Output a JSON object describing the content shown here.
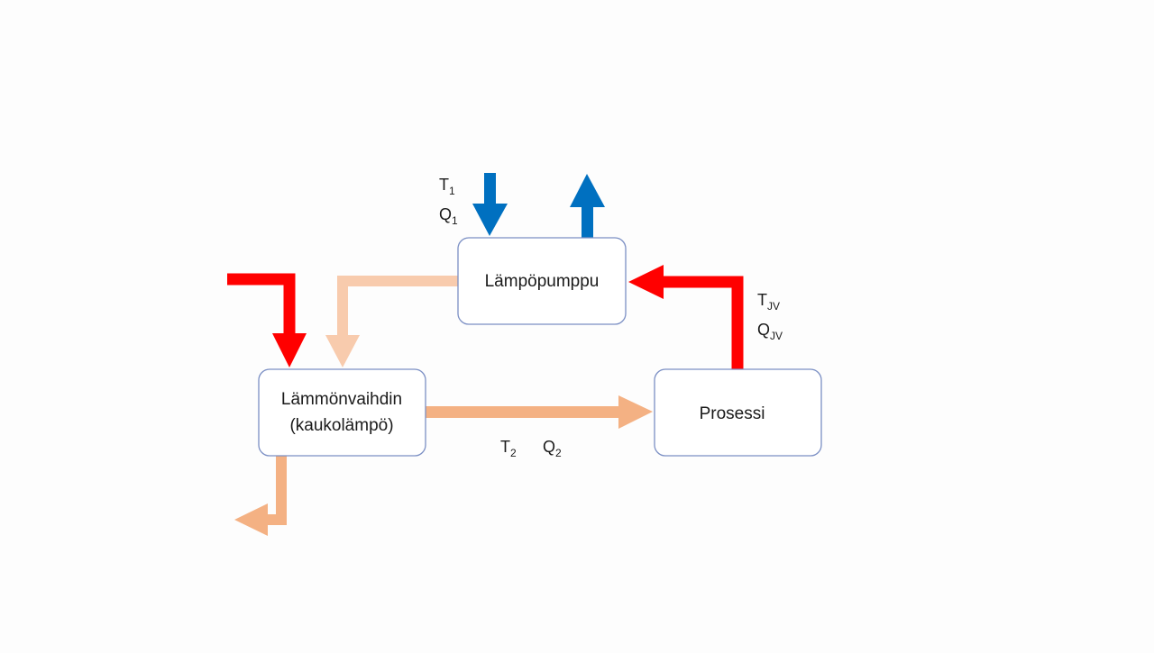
{
  "nodes": {
    "heat_pump": {
      "label": "Lämpöpumppu"
    },
    "heat_exchanger": {
      "line1": "Lämmönvaihdin",
      "line2": "(kaukolämpö)"
    },
    "process": {
      "label": "Prosessi"
    }
  },
  "variables": {
    "t1": {
      "symbol": "T",
      "sub": "1"
    },
    "q1": {
      "symbol": "Q",
      "sub": "1"
    },
    "tjv": {
      "symbol": "T",
      "sub": "JV"
    },
    "qjv": {
      "symbol": "Q",
      "sub": "JV"
    },
    "t2": {
      "symbol": "T",
      "sub": "2"
    },
    "q2": {
      "symbol": "Q",
      "sub": "2"
    }
  },
  "colors": {
    "hot": "#ff0000",
    "cold": "#0070c0",
    "warm": "#f4b183",
    "light_warm": "#f8cbad",
    "box_border": "#7b8fc4"
  }
}
